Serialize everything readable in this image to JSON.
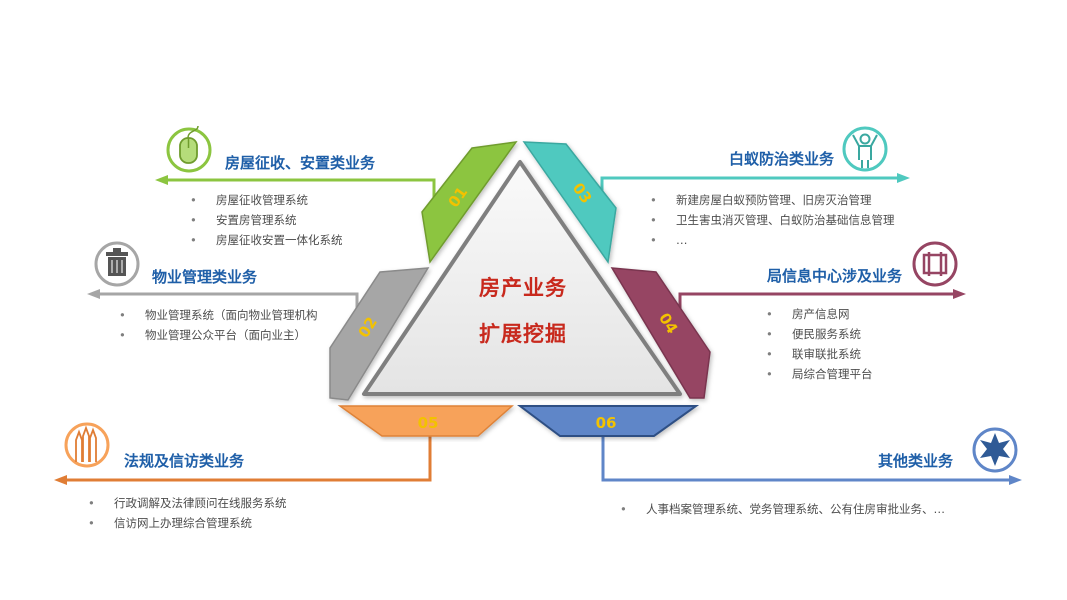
{
  "center": {
    "line1": "房产业务",
    "line2": "扩展挖掘"
  },
  "colors": {
    "s01": "#8cc540",
    "s02": "#a6a6a6",
    "s03": "#4fc9bf",
    "s04": "#964563",
    "s05": "#f7a25a",
    "s06": "#5f86c8",
    "title": "#1f5fa8",
    "number": "#f3c200",
    "center_text": "#c8291d"
  },
  "sections": [
    {
      "num": "01",
      "title": "房屋征收、安置类业务",
      "icon": "mouse-icon",
      "items": [
        "房屋征收管理系统",
        "安置房管理系统",
        "房屋征收安置一体化系统"
      ]
    },
    {
      "num": "02",
      "title": "物业管理类业务",
      "icon": "trash-bin-icon",
      "items": [
        "物业管理系统（面向物业管理机构",
        "物业管理公众平台（面向业主）"
      ]
    },
    {
      "num": "03",
      "title": "白蚁防治类业务",
      "icon": "person-icon",
      "items": [
        "新建房屋白蚁预防管理、旧房灭治管理",
        "卫生害虫消灭管理、白蚁防治基础信息管理",
        "…"
      ]
    },
    {
      "num": "04",
      "title": "局信息中心涉及业务",
      "icon": "scroll-icon",
      "items": [
        "房产信息网",
        "便民服务系统",
        "联审联批系统",
        "局综合管理平台"
      ]
    },
    {
      "num": "05",
      "title": "法规及信访类业务",
      "icon": "pencils-icon",
      "items": [
        "行政调解及法律顾问在线服务系统",
        "信访网上办理综合管理系统"
      ]
    },
    {
      "num": "06",
      "title": "其他类业务",
      "icon": "star-badge-icon",
      "items": [
        "人事档案管理系统、党务管理系统、公有住房审批业务、…"
      ]
    }
  ]
}
